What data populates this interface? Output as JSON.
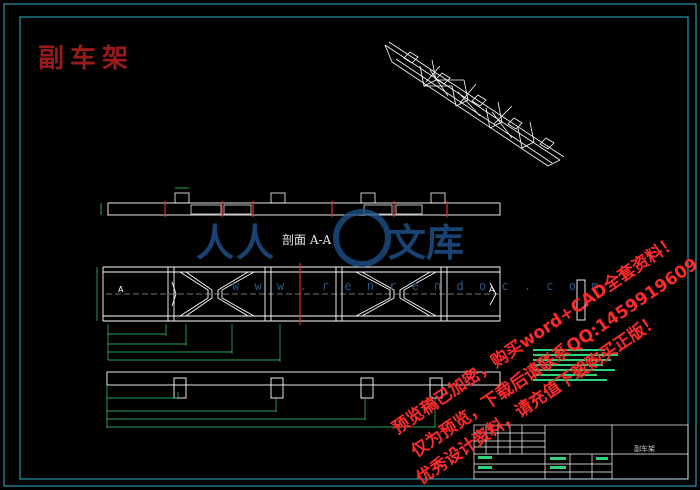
{
  "drawing": {
    "title": "副车架",
    "section_label": "剖面 A-A",
    "title_block_name": "副车架"
  },
  "watermark": {
    "logo_left": "人人",
    "logo_right": "文库",
    "url": "w w w . r e n r e n d o c . c o m",
    "lines": [
      "预览稿已加密，购买word+CAD全套资料！",
      "仅为预览，下载后请联系QQ:1459919609",
      "优秀设计资料，请充值下载购买正版！"
    ]
  },
  "colors": {
    "background": "#000000",
    "frame": "#2fb6c7",
    "lines": "#ffffff",
    "dimension": "#2fd47a",
    "centerline": "#e03030",
    "title_red": "#9a1b1b"
  }
}
